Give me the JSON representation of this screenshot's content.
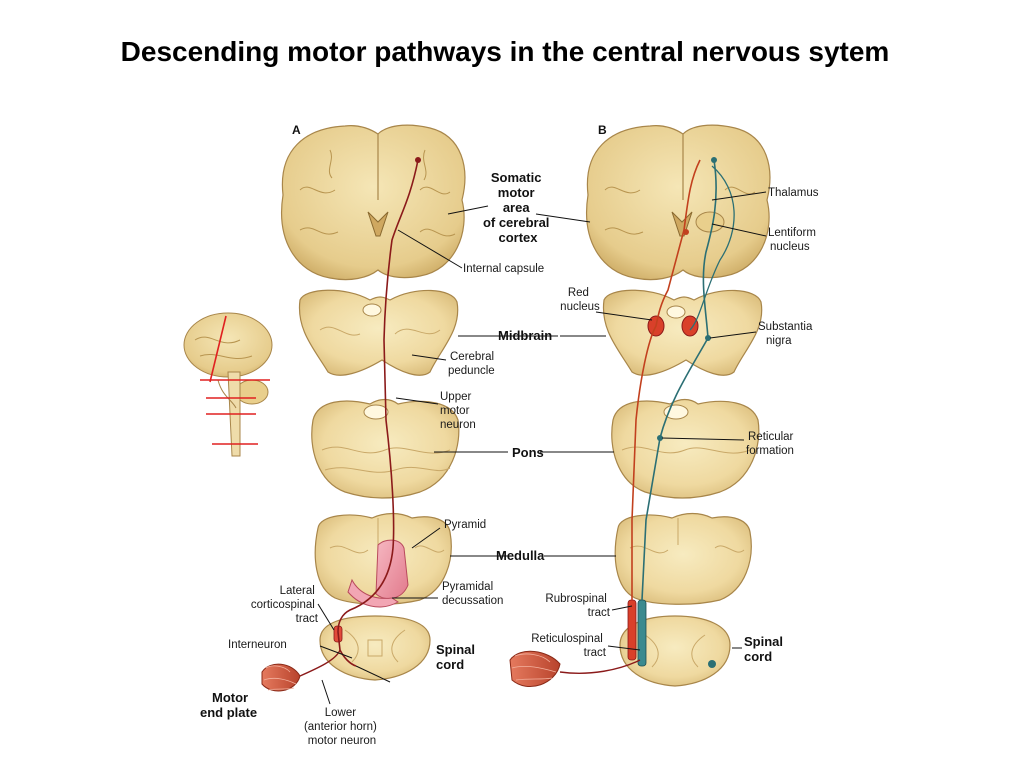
{
  "title": "Descending motor pathways in the central nervous sytem",
  "panels": {
    "a": "A",
    "b": "B"
  },
  "labels": {
    "somatic_motor_area": [
      "Somatic",
      "motor",
      "area",
      "of cerebral",
      "cortex"
    ],
    "internal_capsule": "Internal capsule",
    "midbrain": "Midbrain",
    "cerebral_peduncle": [
      "Cerebral",
      "peduncle"
    ],
    "upper_motor_neuron": [
      "Upper",
      "motor",
      "neuron"
    ],
    "pons": "Pons",
    "pyramid": "Pyramid",
    "medulla": "Medulla",
    "pyramidal_decussation": [
      "Pyramidal",
      "decussation"
    ],
    "lateral_corticospinal_tract": [
      "Lateral",
      "corticospinal",
      "tract"
    ],
    "interneuron": "Interneuron",
    "spinal_cord": [
      "Spinal",
      "cord"
    ],
    "motor_end_plate": [
      "Motor",
      "end plate"
    ],
    "lower_motor_neuron": [
      "Lower",
      "(anterior horn)",
      "motor neuron"
    ],
    "thalamus": "Thalamus",
    "lentiform_nucleus": [
      "Lentiform",
      "nucleus"
    ],
    "red_nucleus": [
      "Red",
      "nucleus"
    ],
    "substantia_nigra": [
      "Substantia",
      "nigra"
    ],
    "reticular_formation": [
      "Reticular",
      "formation"
    ],
    "rubrospinal_tract": [
      "Rubrospinal",
      "tract"
    ],
    "reticulospinal_tract": [
      "Reticulospinal",
      "tract"
    ]
  },
  "colors": {
    "tissue": "#f0dca0",
    "tissue_dark": "#d9b86e",
    "tissue_outline": "#a8864a",
    "upper_neuron": "#8b1a1a",
    "rubrospinal": "#c2401e",
    "reticulospinal": "#2b6f74",
    "pyramid": "#ee9aa8",
    "muscle": "#d2573f",
    "section_marker": "#e02020"
  }
}
